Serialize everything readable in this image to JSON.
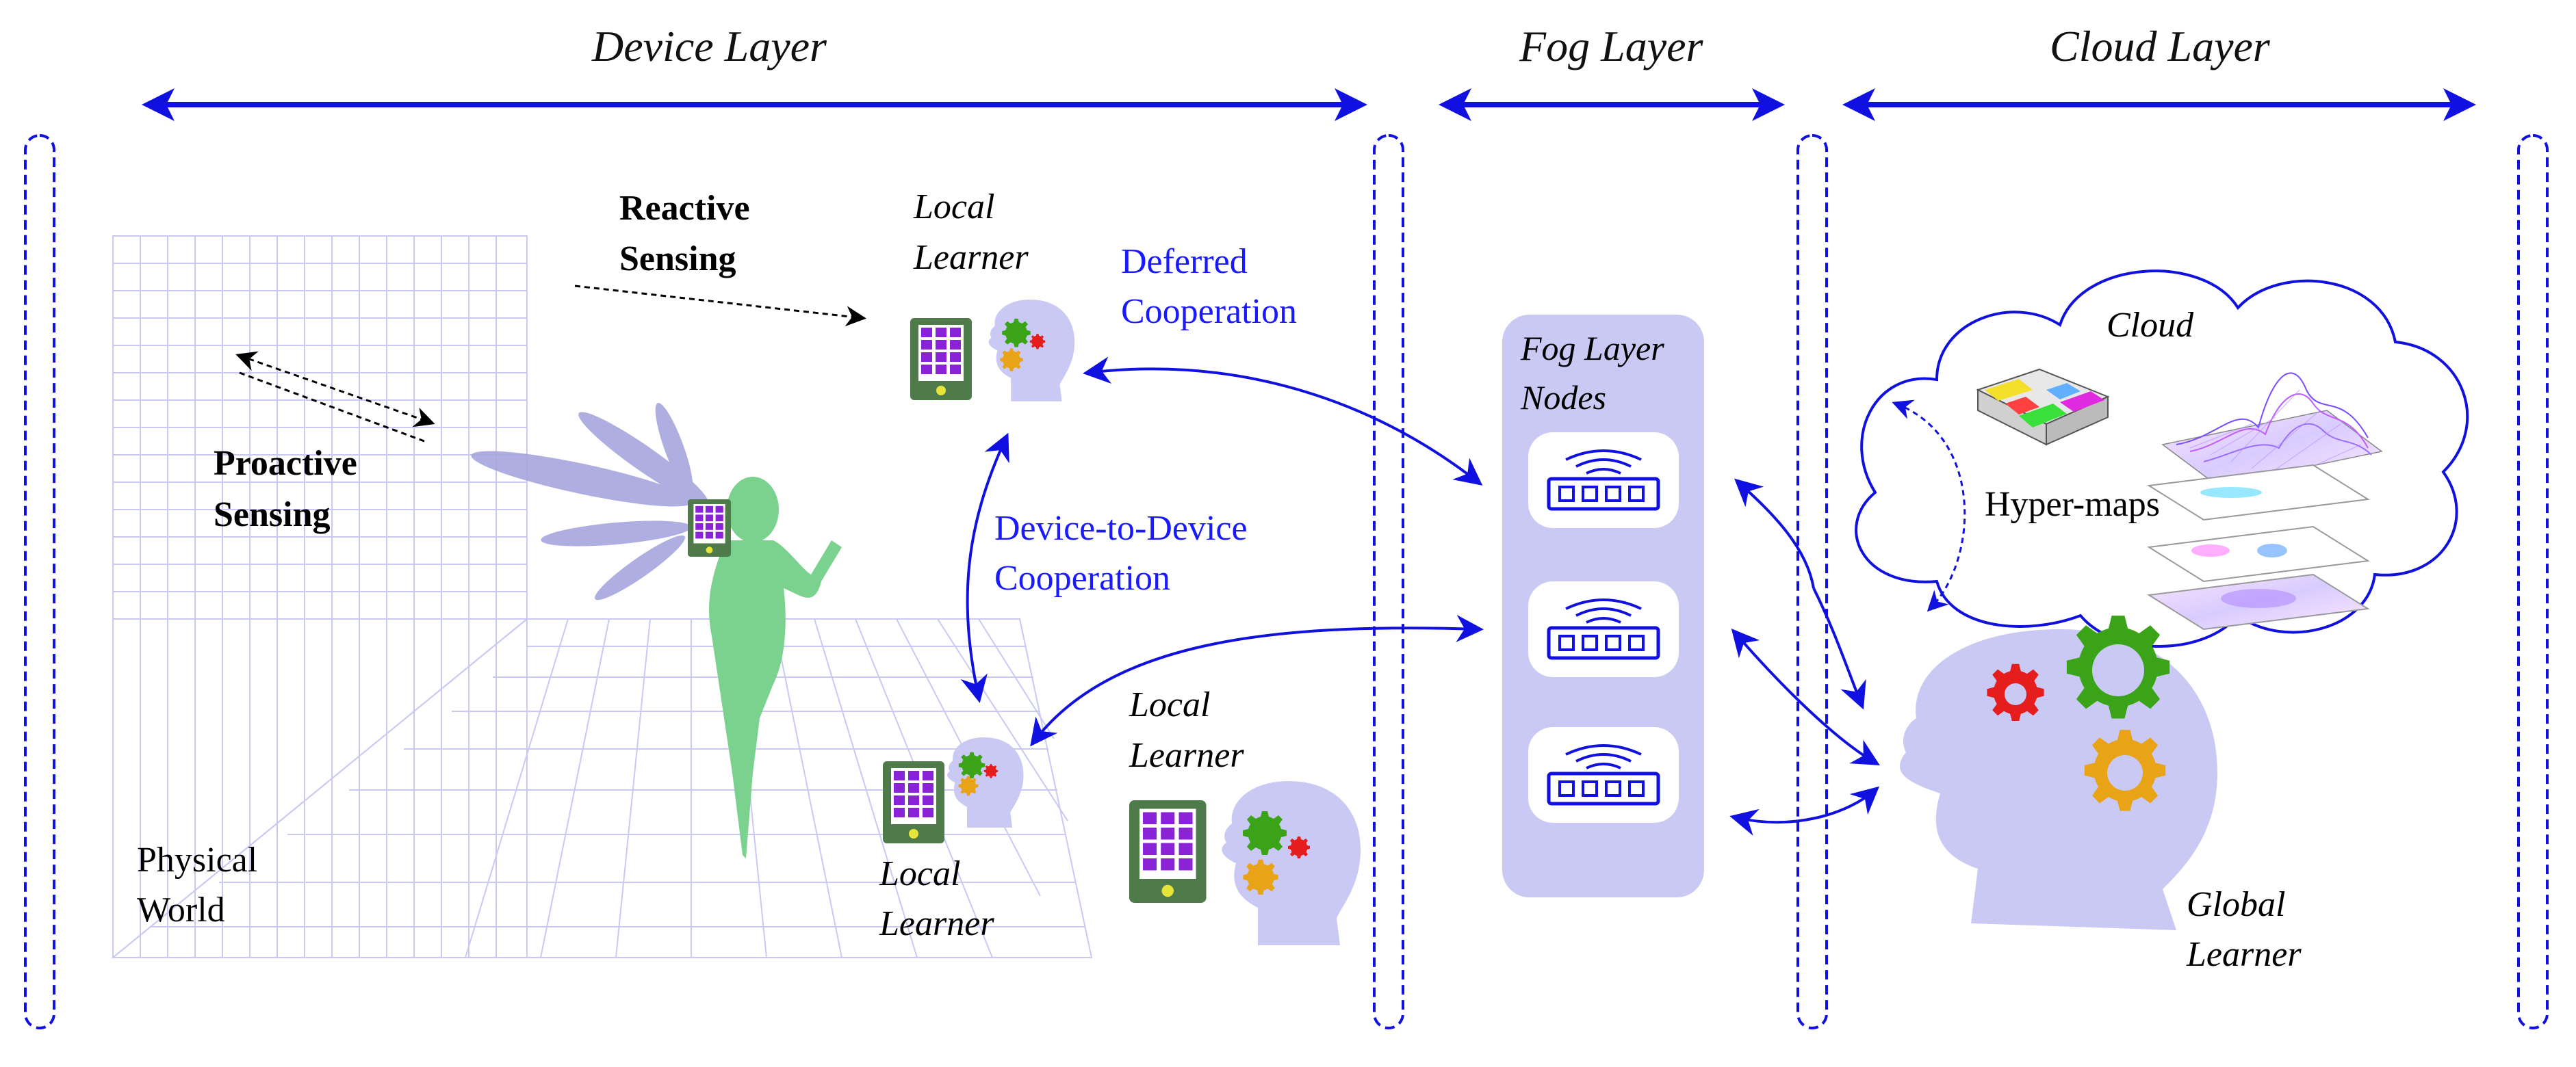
{
  "layers": {
    "device": "Device Layer",
    "fog": "Fog Layer",
    "cloud": "Cloud Layer"
  },
  "labels": {
    "reactive_sensing_1": "Reactive",
    "reactive_sensing_2": "Sensing",
    "proactive_sensing_1": "Proactive",
    "proactive_sensing_2": "Sensing",
    "physical_world_1": "Physical",
    "physical_world_2": "World",
    "local_learner_top_1": "Local",
    "local_learner_top_2": "Learner",
    "local_learner_bottom_1": "Local",
    "local_learner_bottom_2": "Learner",
    "local_learner_right_1": "Local",
    "local_learner_right_2": "Learner",
    "deferred_coop_1": "Deferred",
    "deferred_coop_2": "Cooperation",
    "d2d_coop_1": "Device-to-Device",
    "d2d_coop_2": "Cooperation",
    "fog_nodes_1": "Fog Layer",
    "fog_nodes_2": "Nodes",
    "cloud": "Cloud",
    "hyper_maps": "Hyper-maps",
    "global_learner_1": "Global",
    "global_learner_2": "Learner"
  },
  "icons": [
    "tablet-icon",
    "head-gears-icon",
    "router-icon",
    "cloud-icon",
    "person-silhouette-icon",
    "floorplan-icon",
    "surface-plot-icon"
  ],
  "colors": {
    "arrow_blue": "#1010e0",
    "accent_lavender": "#c9c9f4",
    "tablet_green": "#4f7a4a",
    "screen_purple": "#8a22d8",
    "person_green": "#7bd18e",
    "gear_green": "#3aa318",
    "gear_orange": "#e8a317",
    "gear_red": "#e51d1d"
  }
}
